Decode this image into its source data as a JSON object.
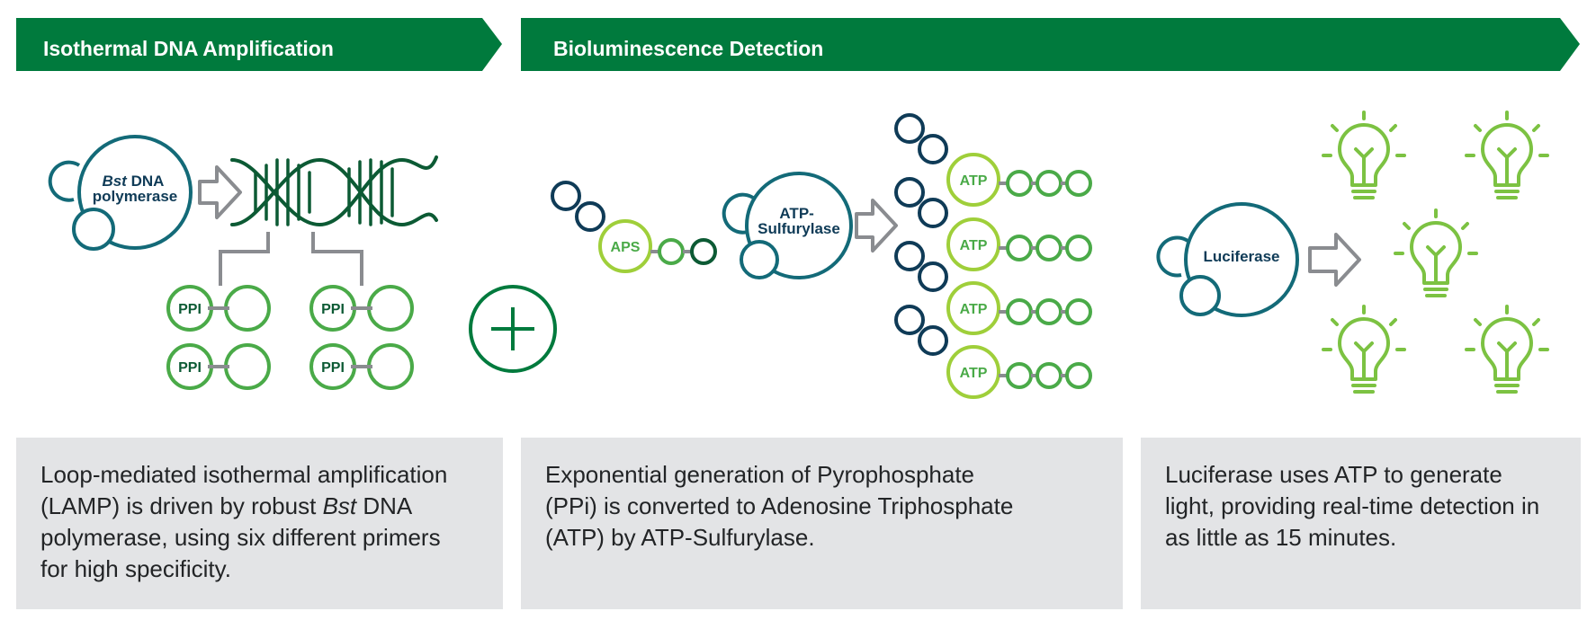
{
  "headers": {
    "amplification": "Isothermal DNA Amplification",
    "detection": "Bioluminescence Detection"
  },
  "labels": {
    "bst_italic": "Bst",
    "bst_rest": " DNA",
    "polymerase": "polymerase",
    "ppi": "PPI",
    "aps": "APS",
    "atp_sulf_line1": "ATP-",
    "atp_sulf_line2": "Sulfurylase",
    "atp": "ATP",
    "luciferase": "Luciferase"
  },
  "captions": {
    "lamp": {
      "line1": "Loop-mediated isothermal amplification",
      "line2": "(LAMP) is driven by robust ",
      "line2_italic": "Bst",
      "line2_end": " DNA",
      "line3": "polymerase, using six different primers",
      "line4": "for high specificity."
    },
    "sulfurylase": "Exponential generation of Pyrophosphate (PPi) is converted to Adenosine Triphosphate (ATP) by ATP-Sulfurylase.",
    "luciferase": "Luciferase uses ATP to generate light, providing real-time detection in as little as 15 minutes."
  },
  "colors": {
    "header_green": "#007a3d",
    "teal": "#136a78",
    "dark_green": "#0c5a34",
    "mid_green": "#4aaa48",
    "light_green": "#9fcf3a",
    "bulb_green": "#7cc242",
    "gray": "#8a8c90",
    "caption_bg": "#e3e4e6"
  }
}
